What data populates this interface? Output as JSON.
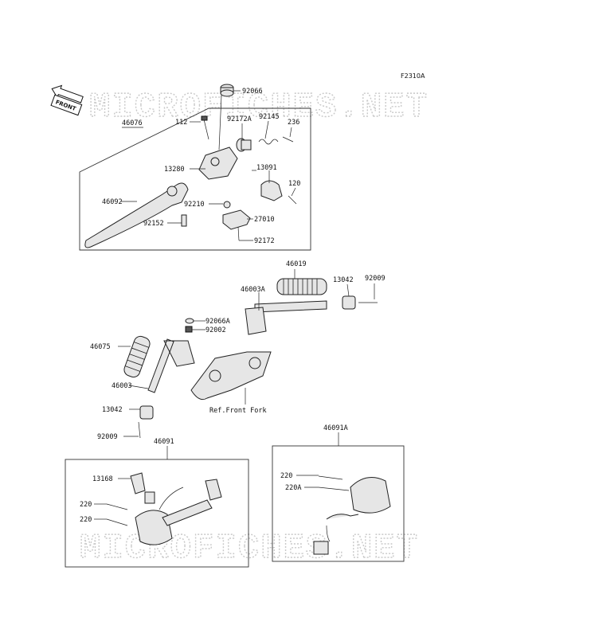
{
  "diagram_code": "F2310A",
  "front_badge": "FRONT",
  "watermark": "MICROFICHES.NET",
  "reference_label": "Ref.Front Fork",
  "parts": {
    "p92066": "92066",
    "p112": "112",
    "p92172A": "92172A",
    "p92145": "92145",
    "p236": "236",
    "p46076": "46076",
    "p13280": "13280",
    "p13091": "13091",
    "p120": "120",
    "p46092": "46092",
    "p92210": "92210",
    "p27010": "27010",
    "p92152": "92152",
    "p92172": "92172",
    "p46019": "46019",
    "p46003A": "46003A",
    "p13042a": "13042",
    "p92009a": "92009",
    "p92066A": "92066A",
    "p92002": "92002",
    "p46075": "46075",
    "p46003": "46003",
    "p13042b": "13042",
    "p92009b": "92009",
    "p46091": "46091",
    "p46091A": "46091A",
    "p13168": "13168",
    "p220a": "220",
    "p220b": "220",
    "p220c": "220",
    "p220A": "220A"
  }
}
